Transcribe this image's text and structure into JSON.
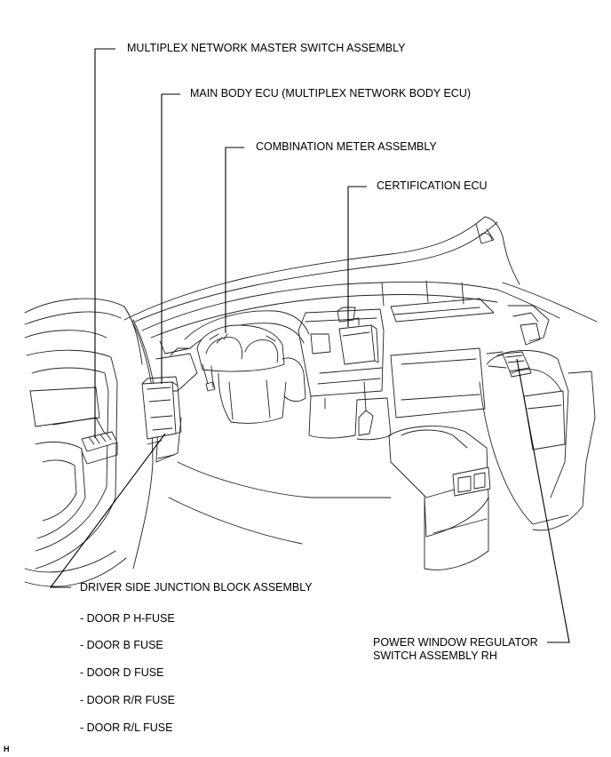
{
  "labels": {
    "master_switch": "MULTIPLEX NETWORK MASTER SWITCH ASSEMBLY",
    "main_body_ecu": "MAIN BODY ECU (MULTIPLEX NETWORK BODY ECU)",
    "combination_meter": "COMBINATION METER ASSEMBLY",
    "certification_ecu": "CERTIFICATION  ECU",
    "junction_block": "DRIVER SIDE JUNCTION BLOCK ASSEMBLY",
    "power_window_line1": "POWER WINDOW REGULATOR",
    "power_window_line2": "SWITCH ASSEMBLY RH"
  },
  "fuses": [
    "- DOOR P H-FUSE",
    "- DOOR B FUSE",
    "- DOOR D FUSE",
    "- DOOR R/R FUSE",
    "- DOOR R/L FUSE"
  ],
  "corner_mark": "H"
}
